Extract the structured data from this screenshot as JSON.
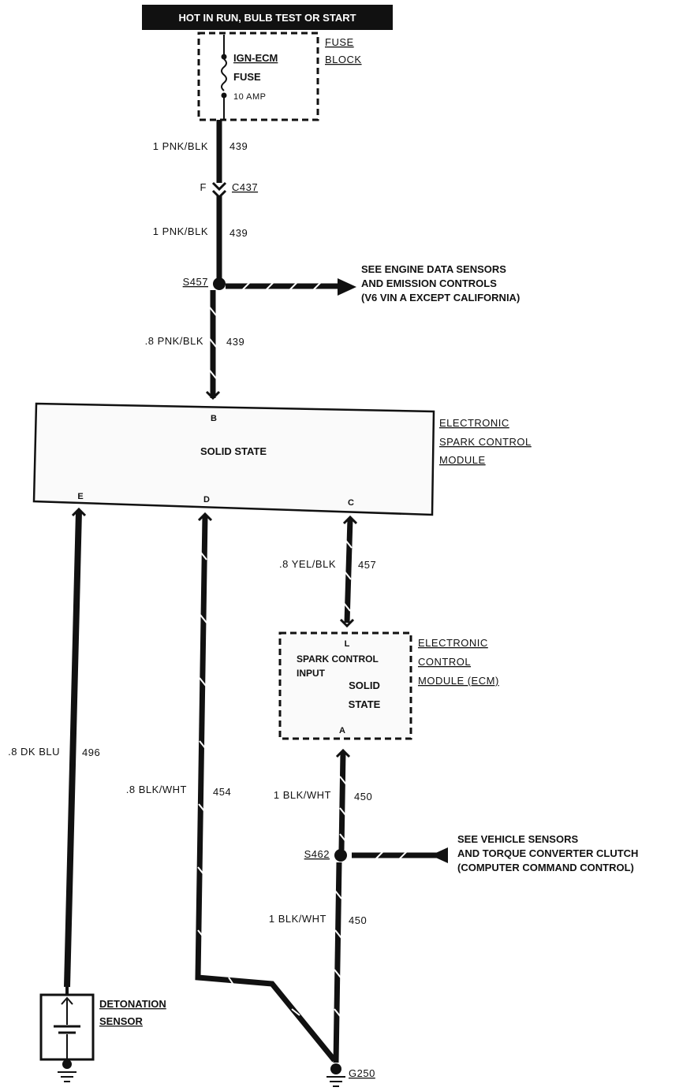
{
  "header": {
    "title": "HOT IN RUN, BULB TEST OR START"
  },
  "fuse_block": {
    "label_lines": [
      "FUSE",
      "BLOCK"
    ],
    "fuse_name": "IGN-ECM",
    "fuse_word": "FUSE",
    "fuse_amp": "10 AMP"
  },
  "wires": {
    "w1": {
      "gauge_color": "1 PNK/BLK",
      "circuit": "439"
    },
    "w2": {
      "gauge_color": "1 PNK/BLK",
      "circuit": "439"
    },
    "w3": {
      "gauge_color": ".8 PNK/BLK",
      "circuit": "439"
    },
    "w4": {
      "gauge_color": ".8 YEL/BLK",
      "circuit": "457"
    },
    "w5": {
      "gauge_color": ".8 DK BLU",
      "circuit": "496"
    },
    "w6": {
      "gauge_color": ".8 BLK/WHT",
      "circuit": "454"
    },
    "w7": {
      "gauge_color": "1 BLK/WHT",
      "circuit": "450"
    },
    "w8": {
      "gauge_color": "1 BLK/WHT",
      "circuit": "450"
    }
  },
  "connector": {
    "pin": "F",
    "name": "C437"
  },
  "splices": {
    "s1": "S457",
    "s2": "S462"
  },
  "notes": {
    "engine": [
      "SEE ENGINE DATA SENSORS",
      "AND EMISSION CONTROLS",
      "(V6 VIN A EXCEPT CALIFORNIA)"
    ],
    "vehicle": [
      "SEE VEHICLE SENSORS",
      "AND TORQUE CONVERTER CLUTCH",
      "(COMPUTER COMMAND CONTROL)"
    ]
  },
  "esc_module": {
    "label_lines": [
      "ELECTRONIC",
      "SPARK CONTROL",
      "MODULE"
    ],
    "center_text": "SOLID STATE",
    "pins": {
      "top": "B",
      "left": "E",
      "mid": "D",
      "right": "C"
    }
  },
  "ecm": {
    "label_lines": [
      "ELECTRONIC",
      "CONTROL",
      "MODULE (ECM)"
    ],
    "input_lines": [
      "SPARK CONTROL",
      "INPUT"
    ],
    "state_lines": [
      "SOLID",
      "STATE"
    ],
    "pins": {
      "top": "L",
      "bottom": "A"
    }
  },
  "sensor": {
    "label_lines": [
      "DETONATION",
      "SENSOR"
    ]
  },
  "ground": {
    "name": "G250"
  }
}
